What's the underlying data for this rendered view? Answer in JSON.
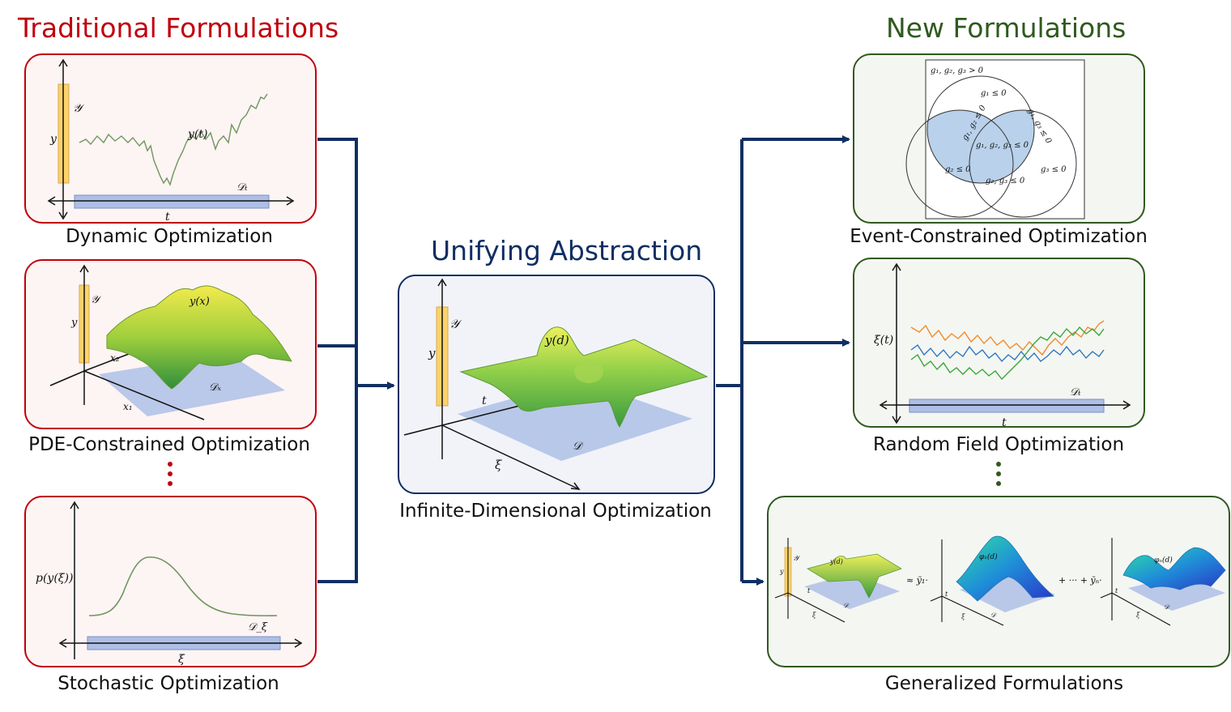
{
  "headings": {
    "traditional": "Traditional Formulations",
    "unifying": "Unifying Abstraction",
    "new": "New Formulations"
  },
  "colors": {
    "traditional": "#c0000c",
    "unifying": "#0f2e63",
    "new": "#2f5a1f",
    "connector": "#0f2e63"
  },
  "captions": {
    "dynamic": "Dynamic Optimization",
    "pde": "PDE-Constrained Optimization",
    "stochastic": "Stochastic Optimization",
    "infinite": "Infinite-Dimensional Optimization",
    "event": "Event-Constrained Optimization",
    "random": "Random Field Optimization",
    "generalized": "Generalized Formulations"
  },
  "math": {
    "dynamic": {
      "y": "y",
      "Y": "𝒴",
      "curve": "y(t)",
      "domain": "𝒟ₜ",
      "axis": "t"
    },
    "pde": {
      "y": "y",
      "Y": "𝒴",
      "surface": "y(x)",
      "x1": "x₁",
      "x2": "x₂",
      "domain": "𝒟ₓ"
    },
    "stochastic": {
      "ylabel": "p(y(ξ))",
      "domain": "𝒟_ξ",
      "axis": "ξ"
    },
    "infinite": {
      "y": "y",
      "Y": "𝒴",
      "surface": "y(d)",
      "t": "t",
      "xi": "ξ",
      "domain": "𝒟"
    },
    "event": {
      "all_positive": "g₁, g₂, g₃ > 0",
      "g1": "g₁ ≤ 0",
      "g2": "g₂ ≤ 0",
      "g3": "g₃ ≤ 0",
      "g12": "g₁, g₂ ≤ 0",
      "g13": "g₁, g₃ ≤ 0",
      "g23": "g₂, g₃ ≤ 0",
      "g123": "g₁, g₂, g₃ ≤ 0"
    },
    "random": {
      "ylabel": "ξ(t)",
      "domain": "𝒟ₜ",
      "axis": "t"
    },
    "generalized": {
      "Y": "𝒴",
      "y": "y",
      "surface": "y(d)",
      "approx": "≈ ỹ₁·",
      "phi1": "φ₁(d)",
      "plus": "+ ··· + ỹₙ·",
      "phin": "φₙ(d)",
      "t": "t",
      "xi": "ξ",
      "domain": "𝒟"
    }
  }
}
